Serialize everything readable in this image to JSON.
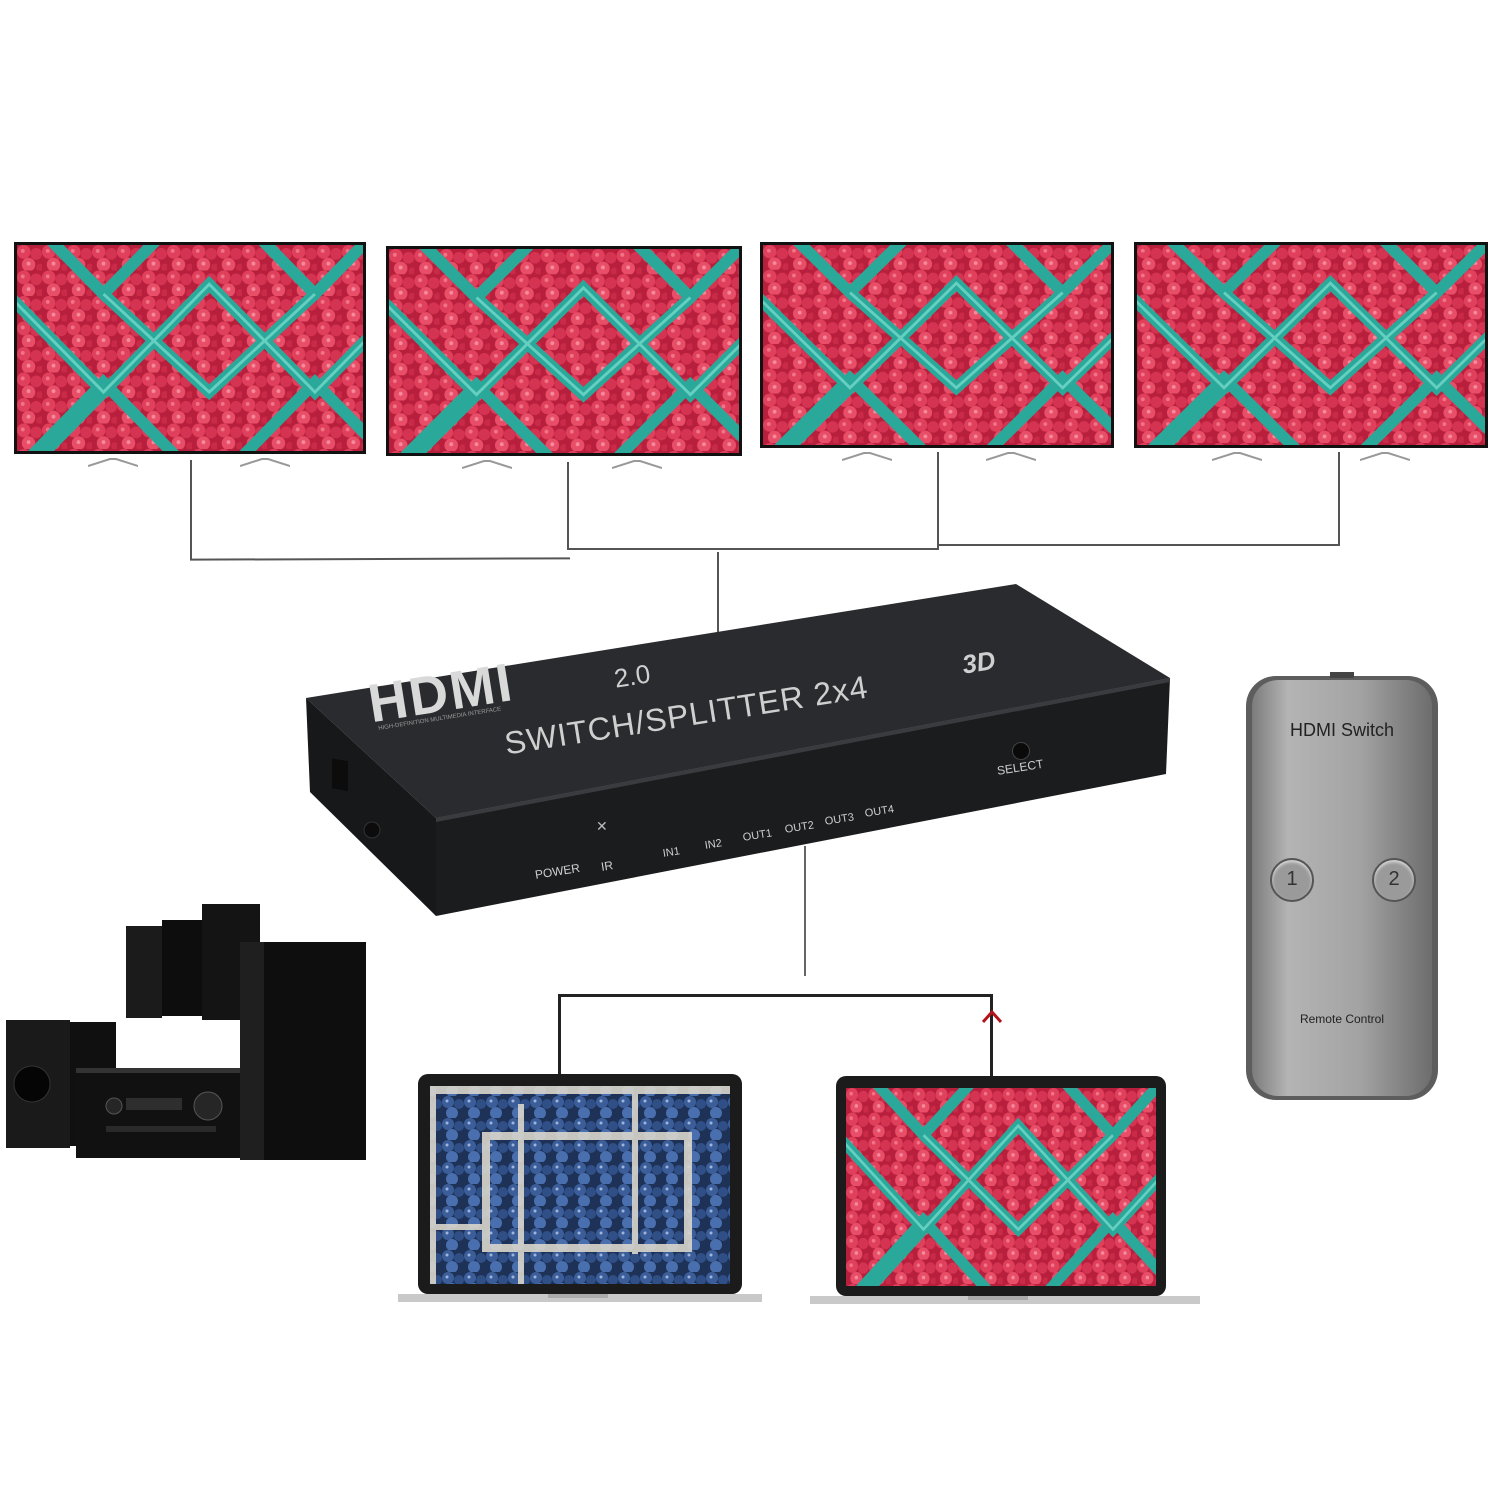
{
  "device": {
    "logo": "HDMI",
    "logo_tagline": "HIGH-DEFINITION MULTIMEDIA INTERFACE",
    "version": "2.0",
    "model": "SWITCH/SPLITTER 2x4",
    "badge_3d": "3D",
    "select_label": "SELECT",
    "front_labels": [
      "POWER",
      "IR",
      "IN1",
      "IN2",
      "OUT1",
      "OUT2",
      "OUT3",
      "OUT4"
    ]
  },
  "remote": {
    "title": "HDMI Switch",
    "button_1": "1",
    "button_2": "2",
    "footer": "Remote Control"
  },
  "colors": {
    "raspberry": "#d8304e",
    "basket_teal": "#2aa89a",
    "blueberry": "#2f4f86",
    "device_body": "#1b1c1e",
    "remote_body": "#a6a6a6"
  }
}
